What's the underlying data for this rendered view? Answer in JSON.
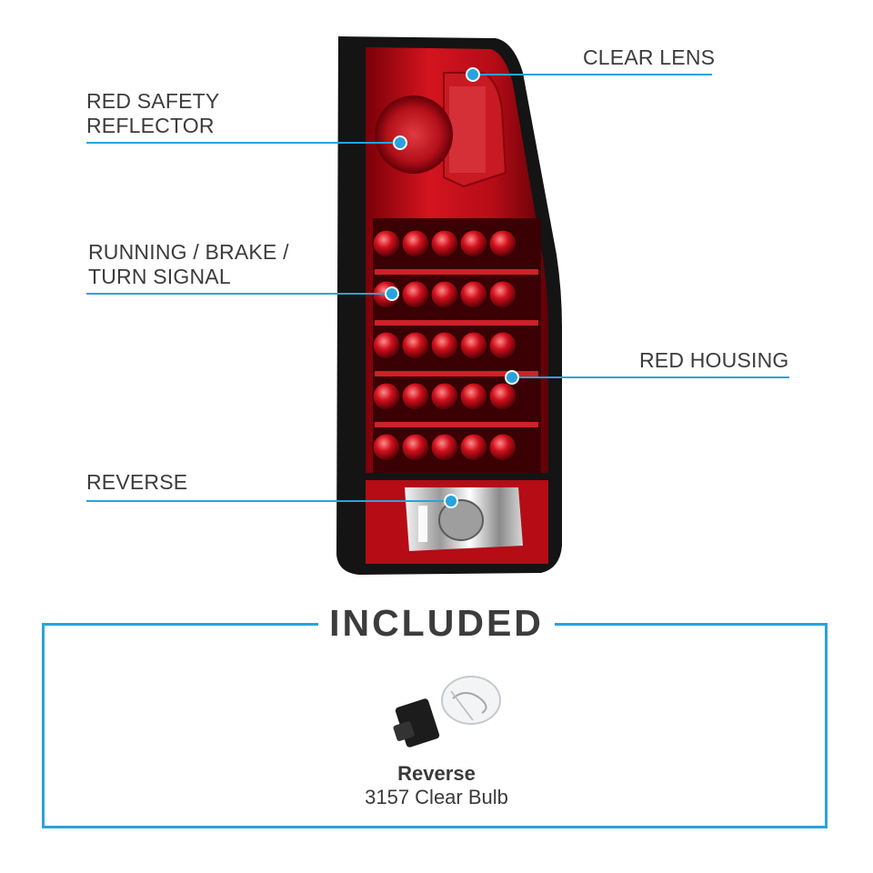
{
  "callouts": {
    "clear_lens": "CLEAR LENS",
    "red_safety_reflector": "RED SAFETY\nREFLECTOR",
    "running_brake_turn": "RUNNING / BRAKE /\nTURN SIGNAL",
    "red_housing": "RED HOUSING",
    "reverse": "REVERSE"
  },
  "included": {
    "title": "INCLUDED",
    "bulb_name": "Reverse",
    "bulb_description": "3157 Clear Bulb"
  },
  "colors": {
    "accent": "#29a3dc",
    "text": "#3c3c3c",
    "housing_red": "#c8141e",
    "trim_black": "#141414"
  }
}
